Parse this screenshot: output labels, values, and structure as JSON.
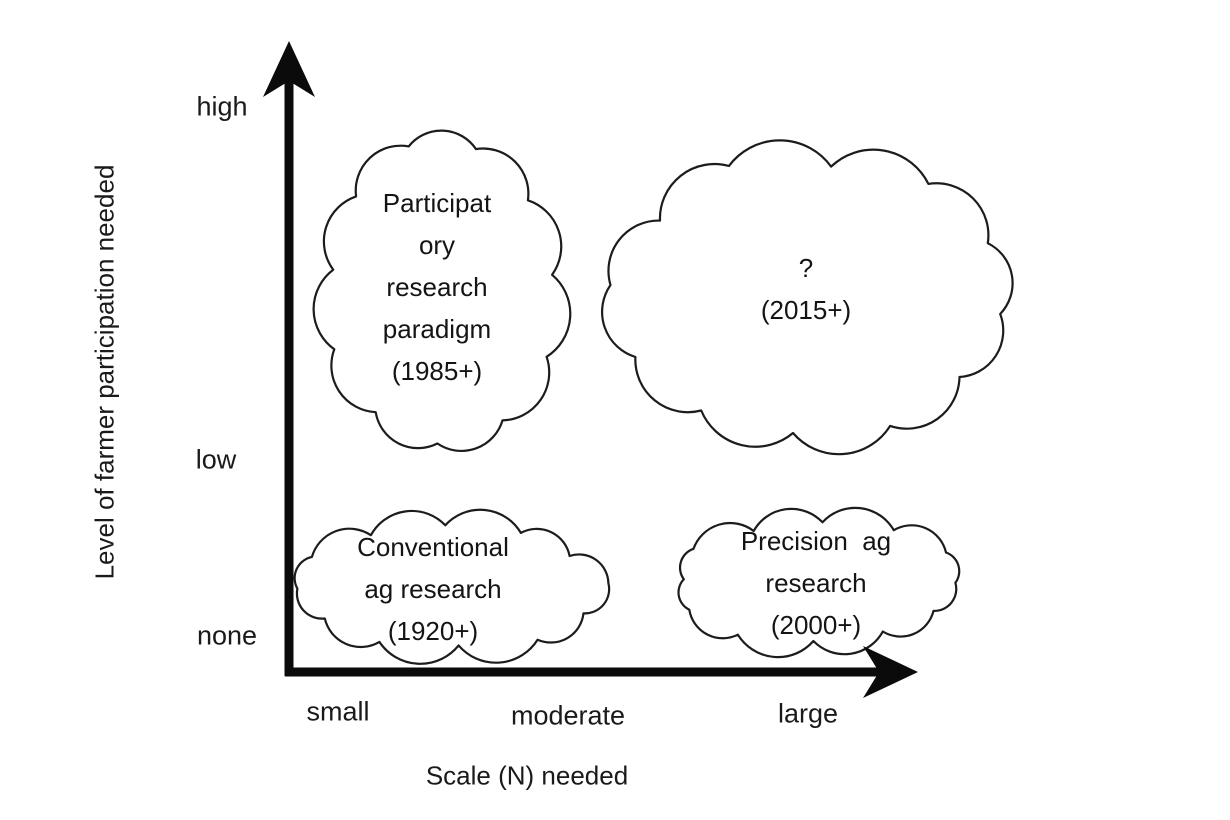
{
  "diagram": {
    "y_axis": {
      "title": "Level of farmer participation needed",
      "ticks": [
        "high",
        "low",
        "none"
      ]
    },
    "x_axis": {
      "title": "Scale (N) needed",
      "ticks": [
        "small",
        "moderate",
        "large"
      ]
    },
    "clouds": [
      {
        "id": "participatory-research-paradigm",
        "lines": [
          "Participat",
          "ory",
          "research",
          "paradigm",
          "(1985+)"
        ],
        "position": {
          "x": "small-moderate",
          "y": "high"
        }
      },
      {
        "id": "future-question",
        "lines": [
          "?",
          "(2015+)"
        ],
        "position": {
          "x": "large",
          "y": "high"
        }
      },
      {
        "id": "conventional-ag-research",
        "lines": [
          "Conventional",
          "ag research",
          "(1920+)"
        ],
        "position": {
          "x": "small-moderate",
          "y": "none-low"
        }
      },
      {
        "id": "precision-ag-research",
        "lines": [
          "Precision  ag",
          "research",
          "(2000+)"
        ],
        "position": {
          "x": "large",
          "y": "none-low"
        }
      }
    ],
    "colors": {
      "ink": "#1c1c1c",
      "axis": "#0b0b0b",
      "background": "#ffffff"
    }
  }
}
